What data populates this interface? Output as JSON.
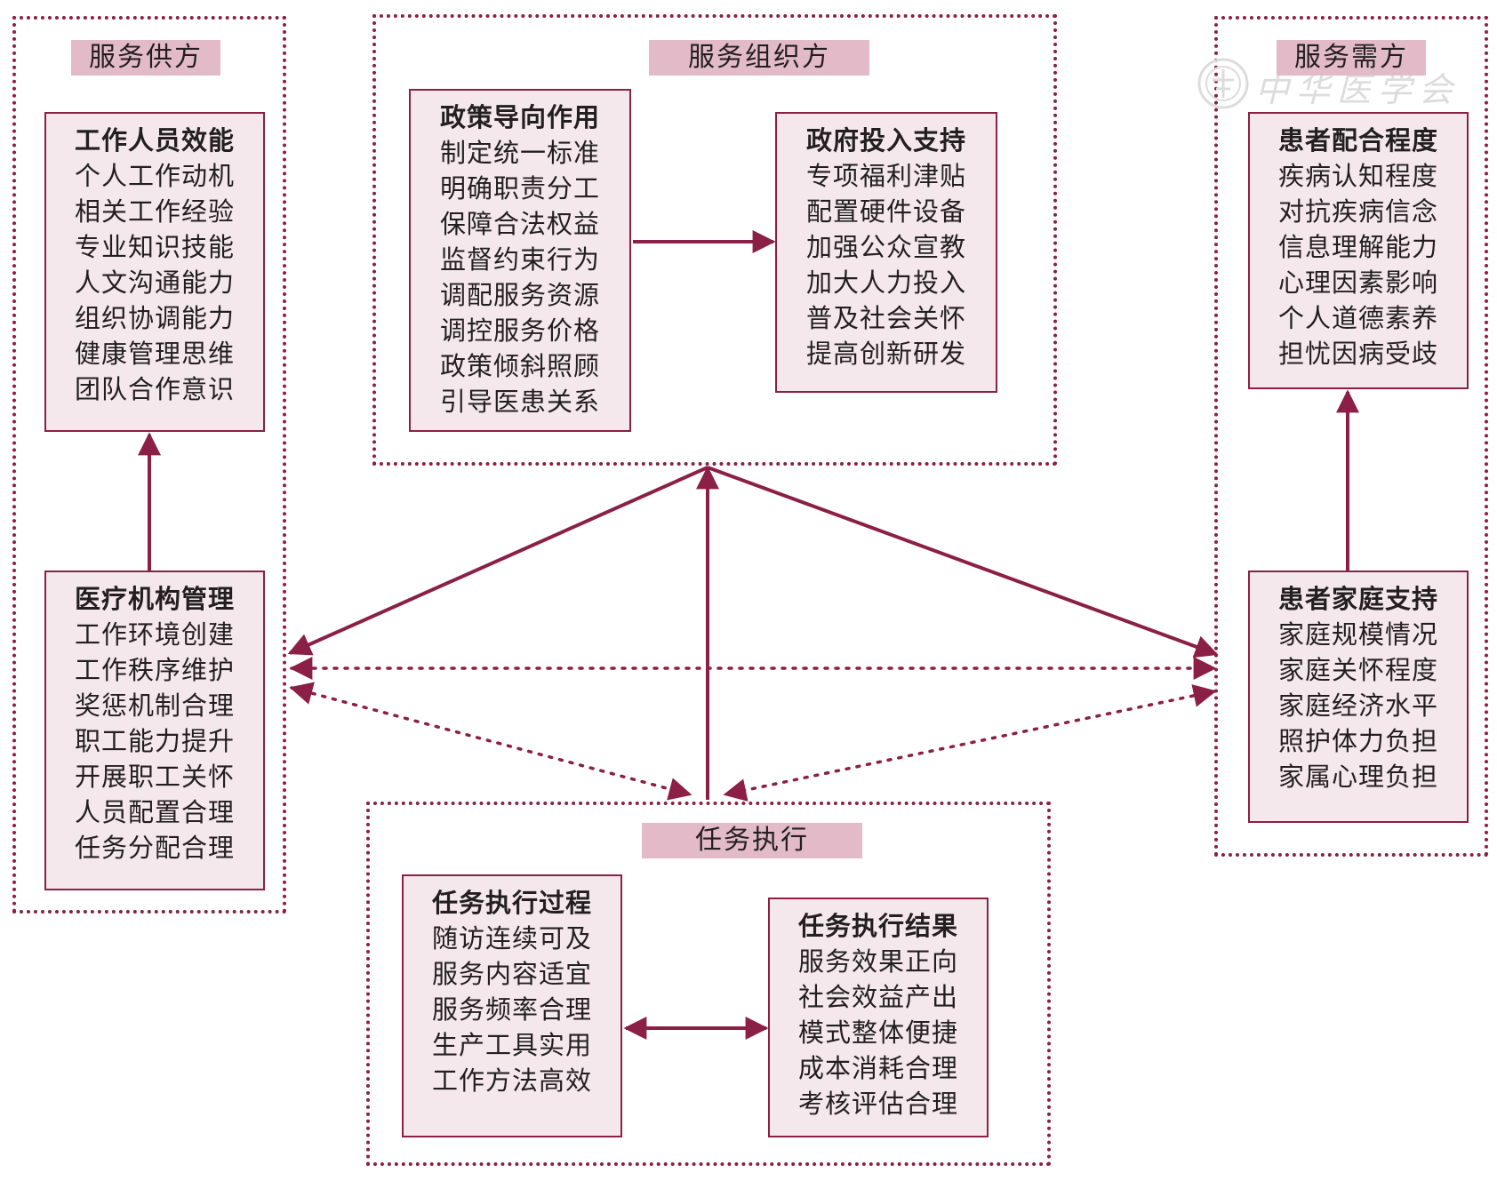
{
  "groups": {
    "supply": {
      "title": "服务供方",
      "box_top": {
        "head": "工作人员效能",
        "items": [
          "个人工作动机",
          "相关工作经验",
          "专业知识技能",
          "人文沟通能力",
          "组织协调能力",
          "健康管理思维",
          "团队合作意识"
        ]
      },
      "box_bottom": {
        "head": "医疗机构管理",
        "items": [
          "工作环境创建",
          "工作秩序维护",
          "奖惩机制合理",
          "职工能力提升",
          "开展职工关怀",
          "人员配置合理",
          "任务分配合理"
        ]
      }
    },
    "organizer": {
      "title": "服务组织方",
      "box_left": {
        "head": "政策导向作用",
        "items": [
          "制定统一标准",
          "明确职责分工",
          "保障合法权益",
          "监督约束行为",
          "调配服务资源",
          "调控服务价格",
          "政策倾斜照顾",
          "引导医患关系"
        ]
      },
      "box_right": {
        "head": "政府投入支持",
        "items": [
          "专项福利津贴",
          "配置硬件设备",
          "加强公众宣教",
          "加大人力投入",
          "普及社会关怀",
          "提高创新研发"
        ]
      }
    },
    "demand": {
      "title": "服务需方",
      "box_top": {
        "head": "患者配合程度",
        "items": [
          "疾病认知程度",
          "对抗疾病信念",
          "信息理解能力",
          "心理因素影响",
          "个人道德素养",
          "担忧因病受歧"
        ]
      },
      "box_bottom": {
        "head": "患者家庭支持",
        "items": [
          "家庭规模情况",
          "家庭关怀程度",
          "家庭经济水平",
          "照护体力负担",
          "家属心理负担"
        ]
      }
    },
    "task": {
      "title": "任务执行",
      "box_left": {
        "head": "任务执行过程",
        "items": [
          "随访连续可及",
          "服务内容适宜",
          "服务频率合理",
          "生产工具实用",
          "工作方法高效"
        ]
      },
      "box_right": {
        "head": "任务执行结果",
        "items": [
          "服务效果正向",
          "社会效益产出",
          "模式整体便捷",
          "成本消耗合理",
          "考核评估合理"
        ]
      }
    }
  },
  "watermark": {
    "text": "中华医学会"
  },
  "colors": {
    "accent": "#8b1f45",
    "title_bg": "#e2bac8",
    "box_bg": "#f4e8ec"
  }
}
